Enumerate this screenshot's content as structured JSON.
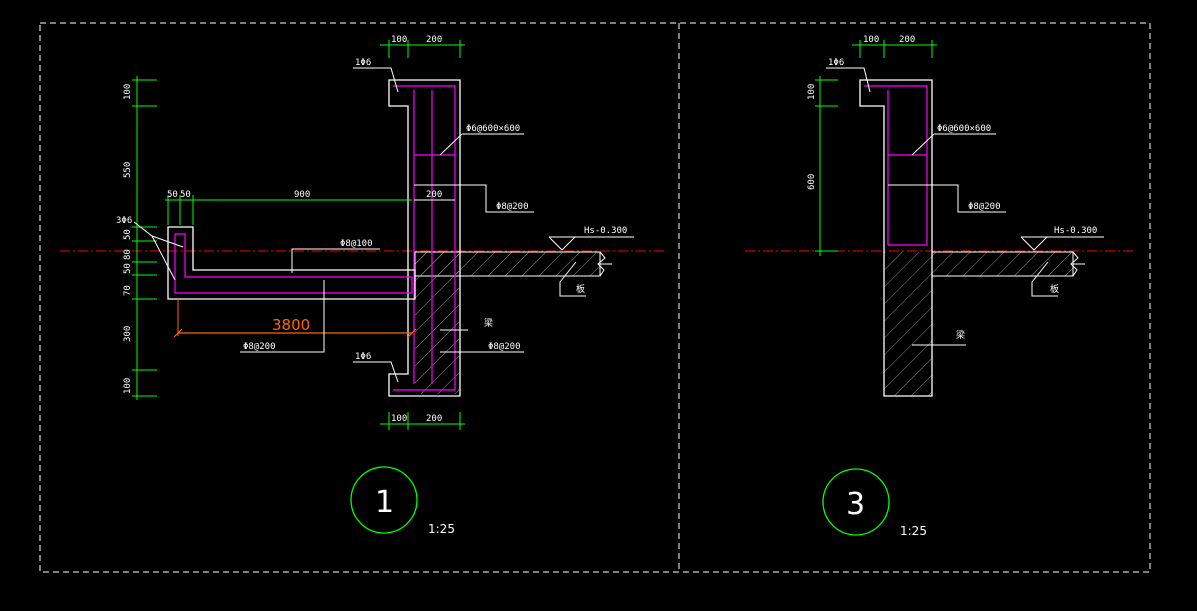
{
  "colors": {
    "background": "#000000",
    "outline": "#ffffff",
    "rebar": "#ff00ff",
    "dimension": "#00ff00",
    "axis": "#ff0000",
    "highlight": "#ff6600",
    "hatch": "#b0b0b0"
  },
  "detail1": {
    "number": "1",
    "scale": "1:25",
    "dim_top": [
      "100",
      "200"
    ],
    "dim_bottom": [
      "100",
      "200"
    ],
    "dim_left": [
      "100",
      "550",
      "50",
      "80",
      "50",
      "70",
      "300",
      "100"
    ],
    "dim_slab": [
      "50",
      "50",
      "900"
    ],
    "dim_inner": "200",
    "label_top_bar": "1Φ6",
    "label_bottom_bar": "1Φ6",
    "label_left_bars": "3Φ6",
    "label_mesh": "Φ6@600×600",
    "label_wall_top": "Φ8@200",
    "label_wall_bottom": "Φ8@200",
    "label_slab_top": "Φ8@100",
    "label_slab_bottom": "Φ8@200",
    "label_level": "Hs-0.300",
    "label_wall_mark": "梁",
    "label_ground_mark": "板",
    "highlight_dim": "3800"
  },
  "detail3": {
    "number": "3",
    "scale": "1:25",
    "dim_top": [
      "100",
      "200"
    ],
    "dim_left": [
      "100",
      "600"
    ],
    "label_top_bar": "1Φ6",
    "label_mesh": "Φ6@600×600",
    "label_wall": "Φ8@200",
    "label_level": "Hs-0.300",
    "label_wall_mark": "梁",
    "label_ground_mark": "板"
  }
}
